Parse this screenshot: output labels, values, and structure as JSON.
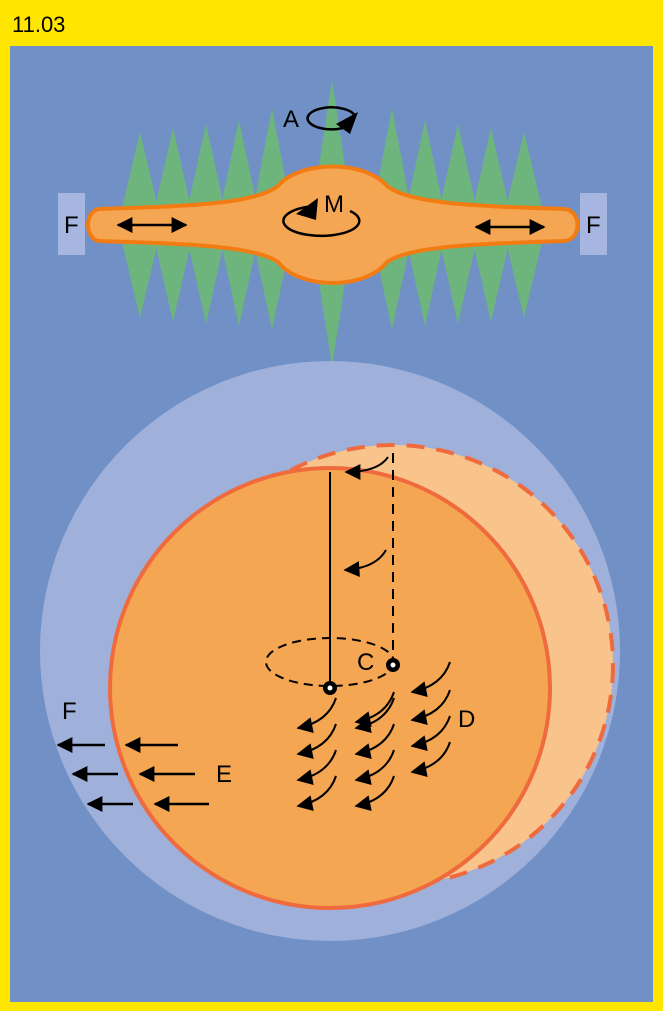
{
  "header": {
    "title": "11.03"
  },
  "labels": {
    "a": "A",
    "m": "M",
    "f_left": "F",
    "f_right": "F",
    "f_bottom": "F",
    "c": "C",
    "d": "D",
    "e": "E"
  },
  "colors": {
    "frame": "#ffe600",
    "panel": "#7090c6",
    "outer_sphere": "#9fb0da",
    "spikes": "#6db57d",
    "body_fill": "#f5a652",
    "body_stroke": "#f27c12",
    "ghost_fill": "#f8c48c",
    "circle_stroke": "#ef6a3d",
    "fixture": "#a6b6e0"
  },
  "icons": [
    "double-arrow-icon",
    "rotation-arrow-icon",
    "curved-arrow-icon",
    "left-arrow-icon",
    "pivot-point-icon"
  ]
}
